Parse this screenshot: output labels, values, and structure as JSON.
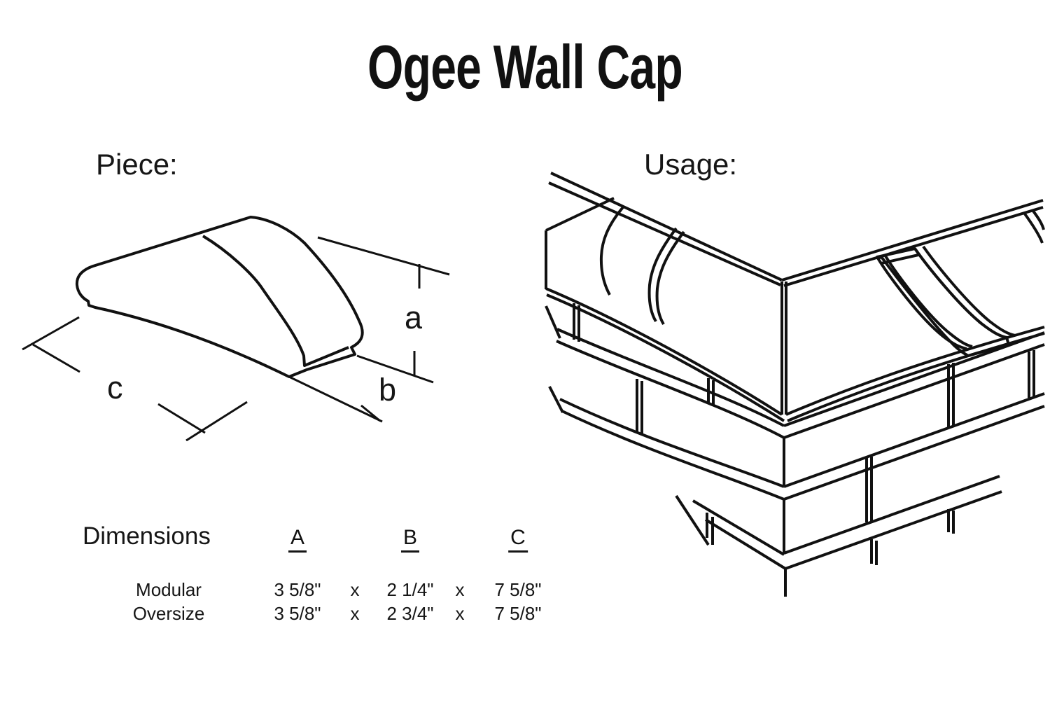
{
  "title": "Ogee Wall Cap",
  "piece": {
    "label": "Piece:",
    "dims": {
      "a": "a",
      "b": "b",
      "c": "c"
    }
  },
  "usage": {
    "label": "Usage:"
  },
  "dimensions_table": {
    "label": "Dimensions",
    "columns": [
      "A",
      "B",
      "C"
    ],
    "multiply_sign": "x",
    "rows": [
      {
        "name": "Modular",
        "a": "3 5/8\"",
        "b": "2 1/4\"",
        "c": "7 5/8\""
      },
      {
        "name": "Oversize",
        "a": "3 5/8\"",
        "b": "2 3/4\"",
        "c": "7 5/8\""
      }
    ]
  },
  "colors": {
    "highlight_red": "#EE4149",
    "line": "#111111",
    "background": "#FFFFFF"
  }
}
